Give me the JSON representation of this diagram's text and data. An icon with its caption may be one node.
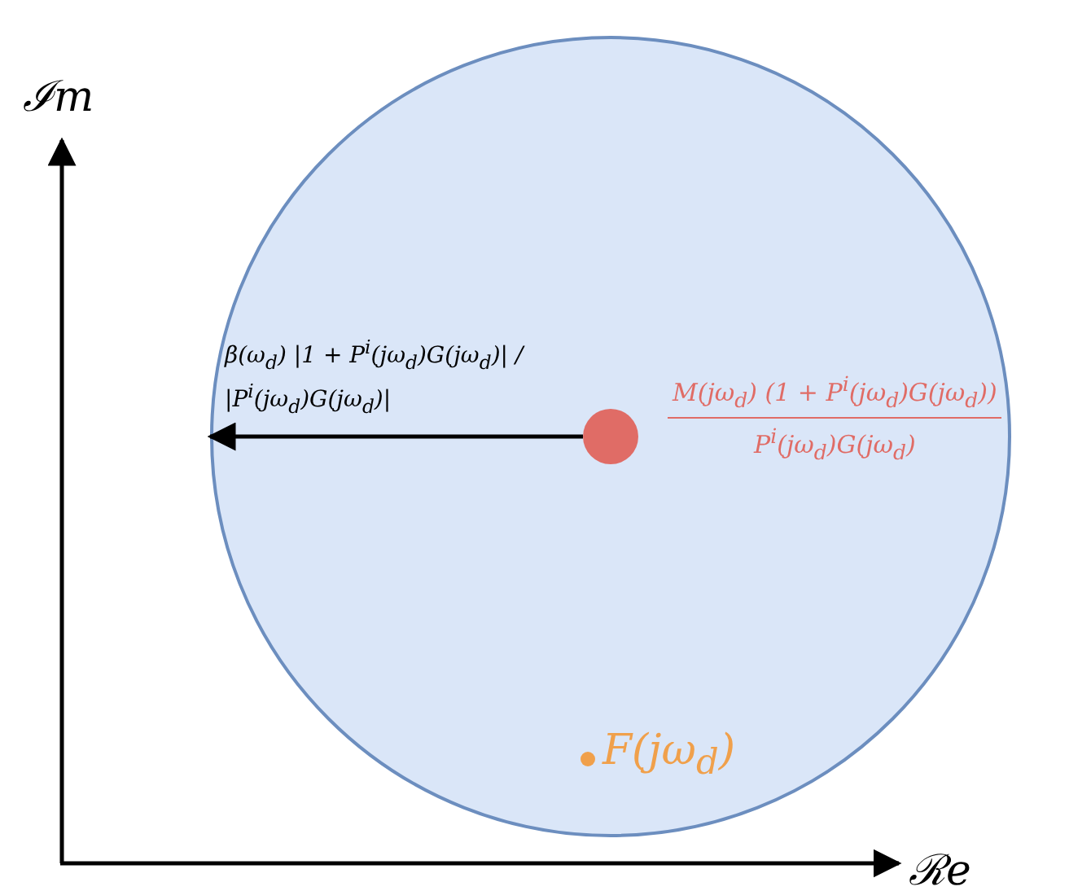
{
  "diagram": {
    "nodes": [
      {
        "text": [],
        "shape": "circle"
      },
      {
        "text": [],
        "shape": "circle",
        "in": 0,
        "beside": [
          "M(jω$_{d}$) (1 + P$^{i}$(jω$_{d}$)G(jω$_{d}$))",
          "P$^{i}$(jω$_{d}$)G(jω$_{d}$)"
        ]
      }
    ],
    "edges": [
      {
        "from": 1,
        "to": 0,
        "arrow": "to",
        "label": "β(ω$_{d}$) |1 + P$^{i}$(jω$_{d}$)G(jω$_{d}$)| / |P$^{i}$(jω$_{d}$)G(jω$_{d}$)|"
      }
    ],
    "labels": [
      "ℐm",
      "ℛe",
      "F(jω$_{d}$)"
    ]
  }
}
